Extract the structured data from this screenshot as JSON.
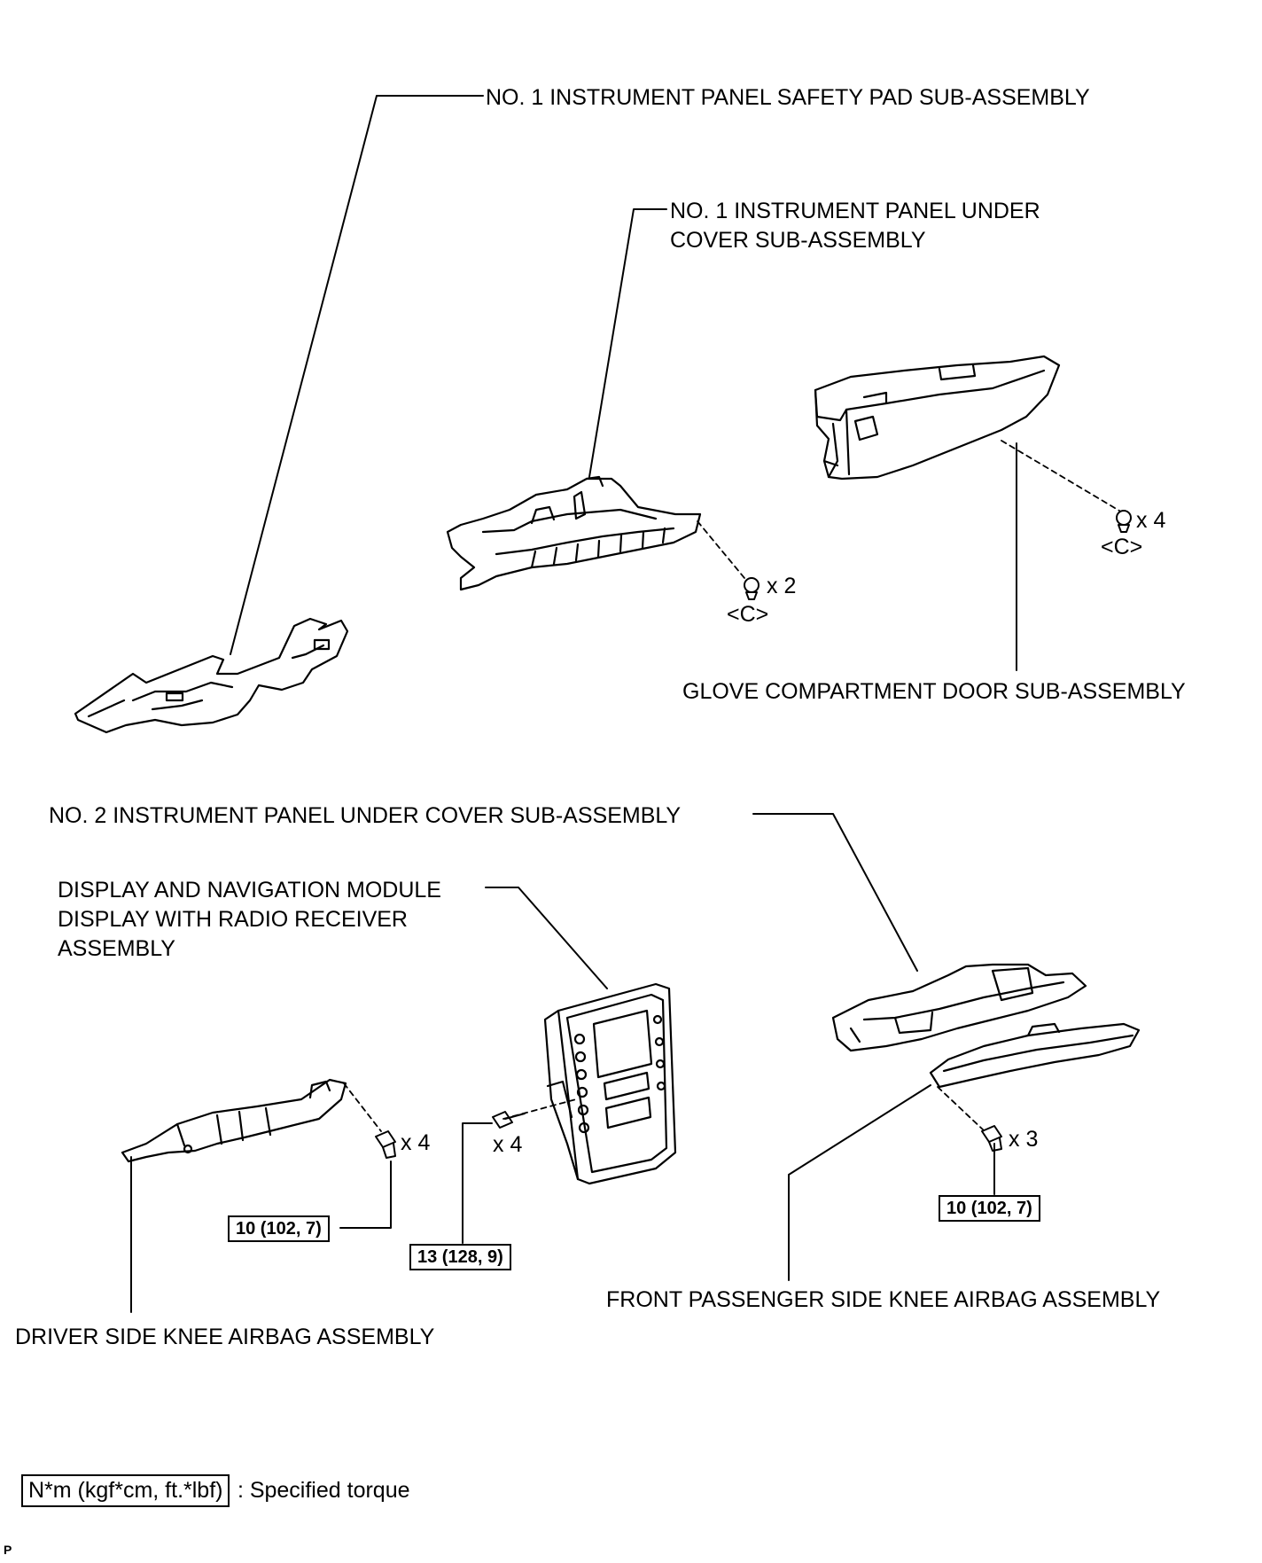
{
  "labels": {
    "safety_pad": "NO. 1 INSTRUMENT PANEL SAFETY PAD SUB-ASSEMBLY",
    "under_cover_1_line1": "NO. 1 INSTRUMENT PANEL UNDER",
    "under_cover_1_line2": "COVER SUB-ASSEMBLY",
    "glove_door": "GLOVE COMPARTMENT DOOR SUB-ASSEMBLY",
    "under_cover_2": "NO. 2 INSTRUMENT PANEL UNDER COVER SUB-ASSEMBLY",
    "display_line1": "DISPLAY AND NAVIGATION MODULE",
    "display_line2": "DISPLAY WITH RADIO RECEIVER",
    "display_line3": "ASSEMBLY",
    "driver_knee": "DRIVER SIDE KNEE AIRBAG ASSEMBLY",
    "passenger_knee": "FRONT PASSENGER SIDE KNEE AIRBAG ASSEMBLY"
  },
  "fasteners": {
    "under_cover_1": {
      "count": "x 2",
      "code": "<C>"
    },
    "glove_door": {
      "count": "x 4",
      "code": "<C>"
    },
    "driver_knee": {
      "count": "x 4"
    },
    "display": {
      "count": "x 4"
    },
    "passenger_knee": {
      "count": "x 3"
    }
  },
  "torques": {
    "driver_knee": "10 (102, 7)",
    "display": "13 (128, 9)",
    "passenger_knee": "10 (102, 7)"
  },
  "legend": {
    "unit": "N*m (kgf*cm, ft.*lbf)",
    "text": ": Specified torque"
  },
  "corner_mark": "P"
}
